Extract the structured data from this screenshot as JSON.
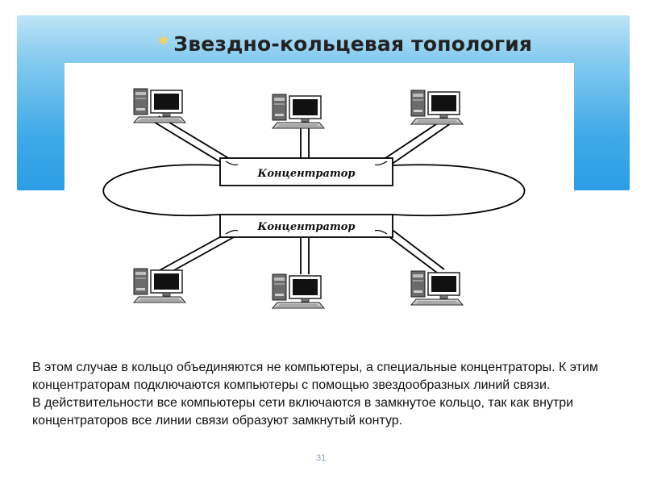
{
  "slide": {
    "title_bullet": "*",
    "title": "Звездно-кольцевая топология",
    "number": "31",
    "accent_color": "#3da9e8"
  },
  "diagram": {
    "hub_top_label": "Концентратор",
    "hub_bottom_label": "Концентратор",
    "computer_icon": "desktop-computer-icon"
  },
  "description": {
    "paragraph1": "В этом случае в кольцо объединяются не компьютеры, а специальные концентраторы. К этим концентраторам подключаются компьютеры с помощью звездообразных линий связи.",
    "paragraph2": "В действительности все компьютеры сети включаются в замкнутое кольцо, так как внутри концентраторов все линии связи образуют замкнутый контур."
  }
}
